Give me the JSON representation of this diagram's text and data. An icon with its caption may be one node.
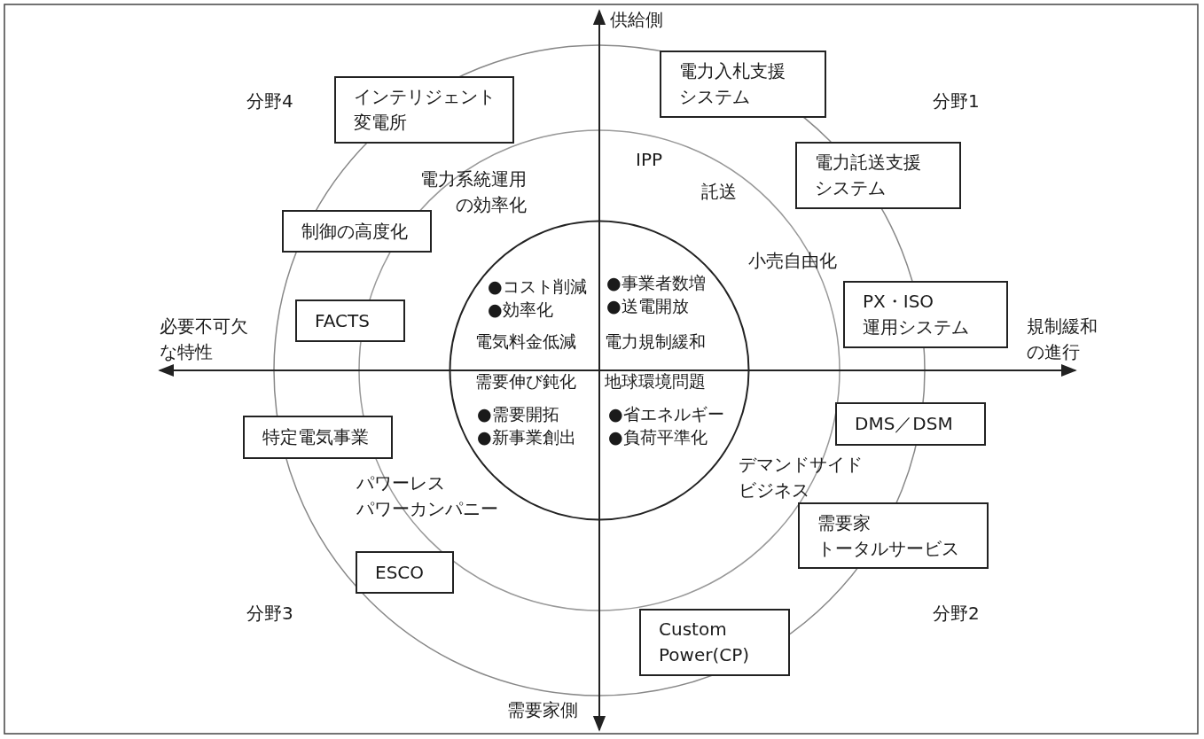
{
  "diagram": {
    "nodes": [
      {
        "text": [
          "電力入札支援システム"
        ]
      },
      {
        "text": [
          "インテリジェント変電所"
        ]
      },
      {
        "text": [
          "電力託送支援システム"
        ]
      },
      {
        "text": [
          "制御の高度化"
        ]
      },
      {
        "text": [
          "●コスト削減",
          "●効率化",
          "●事業者数増",
          "●送電開放",
          "電気料金低減",
          "電力規制緩和",
          "需要伸び鈍化",
          "地球環境問題",
          "●需要開拓",
          "●新事業創出",
          "●省エネルギー",
          "●負荷平準化"
        ]
      },
      {
        "text": [
          "PX・ISO運用システム"
        ]
      },
      {
        "text": [
          "FACTS"
        ]
      },
      {
        "text": [
          "特定電気事業"
        ]
      },
      {
        "text": [
          "DMS／DSM"
        ]
      },
      {
        "text": [
          "需要家トータルサービス"
        ]
      },
      {
        "text": [
          "ESCO"
        ]
      },
      {
        "text": [
          "Custom Power(CP)"
        ]
      }
    ],
    "labels": [
      "供給側",
      "分野4",
      "分野1",
      "IPP",
      "電力系統運用の効率化",
      "託送",
      "小売自由化",
      "必要不可欠な特性",
      "規制緩和の進行",
      "デマンドサイドビジネス",
      "パワーレスパワーカンパニー",
      "分野3",
      "分野2",
      "需要家側"
    ]
  }
}
